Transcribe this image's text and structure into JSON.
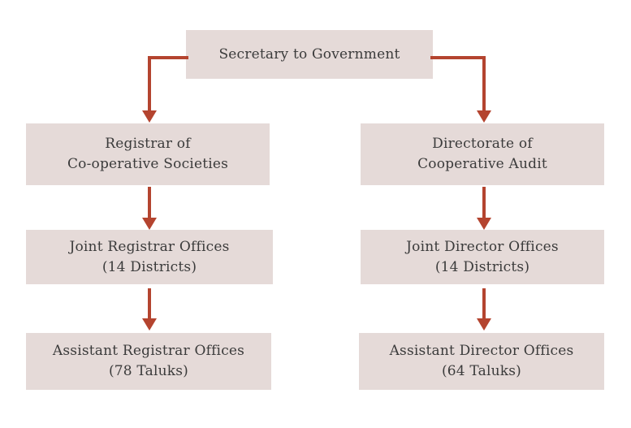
{
  "diagram": {
    "type": "organizational-hierarchy-chart",
    "colors": {
      "box_fill": "#e5dad8",
      "text": "#3b3b3b",
      "connector": "#b4442f",
      "background": "#ffffff"
    },
    "nodes": {
      "secretary": {
        "label": "Secretary to Government",
        "level": 1
      },
      "registrar": {
        "label": "Registrar of\nCo-operative Societies",
        "level": 2,
        "branch": "left"
      },
      "directorate": {
        "label": "Directorate of\nCooperative Audit",
        "level": 2,
        "branch": "right"
      },
      "joint_registrar": {
        "label": "Joint Registrar Offices\n(14 Districts)",
        "level": 3,
        "branch": "left"
      },
      "joint_director": {
        "label": "Joint Director Offices\n(14 Districts)",
        "level": 3,
        "branch": "right"
      },
      "assistant_registrar": {
        "label": "Assistant Registrar Offices\n(78 Taluks)",
        "level": 4,
        "branch": "left"
      },
      "assistant_director": {
        "label": "Assistant Director Offices\n(64 Taluks)",
        "level": 4,
        "branch": "right"
      }
    },
    "edges": [
      {
        "from": "secretary",
        "to": "registrar",
        "style": "elbow-left"
      },
      {
        "from": "secretary",
        "to": "directorate",
        "style": "elbow-right"
      },
      {
        "from": "registrar",
        "to": "joint_registrar",
        "style": "straight-down"
      },
      {
        "from": "directorate",
        "to": "joint_director",
        "style": "straight-down"
      },
      {
        "from": "joint_registrar",
        "to": "assistant_registrar",
        "style": "straight-down"
      },
      {
        "from": "joint_director",
        "to": "assistant_director",
        "style": "straight-down"
      }
    ]
  }
}
